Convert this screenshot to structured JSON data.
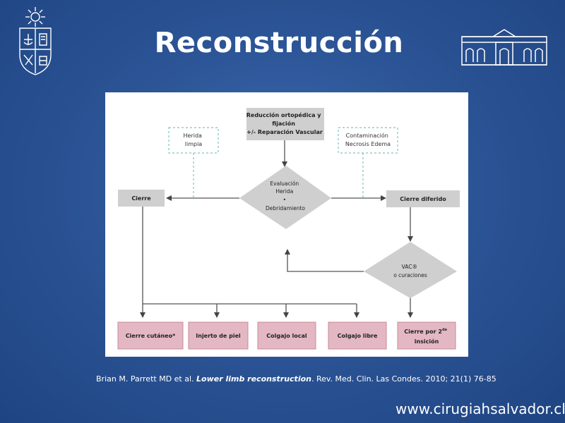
{
  "slide": {
    "title": "Reconstrucción",
    "website": "www.cirugiahsalvador.cl"
  },
  "citation": {
    "authors": "Brian M. Parrett MD et al. ",
    "work": "Lower limb reconstruction",
    "source": ". Rev. Med. Clin. Las Condes. 2010; 21(1) 76-85"
  },
  "flowchart": {
    "start": [
      "Reducción ortopédica y",
      "fijación",
      "+/- Reparación Vascular"
    ],
    "note_left": [
      "Herida",
      "limpia"
    ],
    "note_right": [
      "Contaminación",
      "Necrosis Edema"
    ],
    "evaluation": [
      "Evaluación",
      "Herida",
      "•",
      "Debridamiento"
    ],
    "closure": "Cierre",
    "delayed_closure": "Cierre diferido",
    "vac": [
      "VAC®",
      "o curaciones"
    ],
    "outcomes": {
      "skin_closure": "Cierre cutáneo*",
      "skin_graft": "Injerto de piel",
      "local_flap": "Colgajo local",
      "free_flap": "Colgajo libre",
      "secondary_closure_line1": "Cierre por 2",
      "secondary_closure_sup": "da",
      "secondary_closure_line2": "insición"
    }
  },
  "colors": {
    "background": "#2c5597",
    "gray_box": "#cfcfcf",
    "pink_box": "#e3b8c3",
    "pink_border": "#c98a9a",
    "note_border": "#7cc4c0"
  }
}
